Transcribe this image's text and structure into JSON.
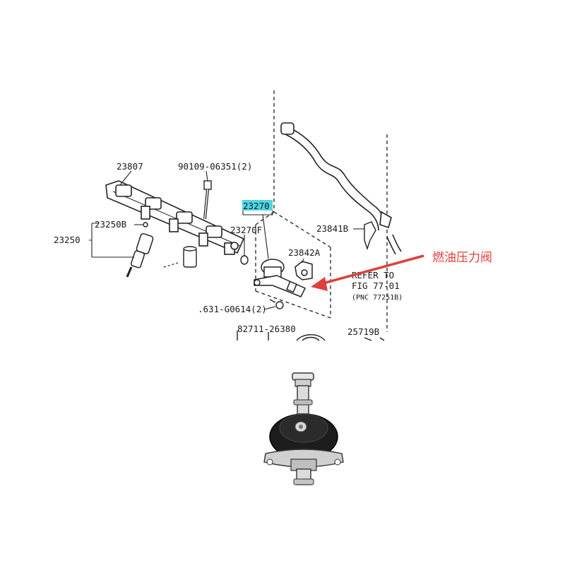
{
  "diagram": {
    "part_labels": {
      "p23807": "23807",
      "p90109": "90109-06351(2)",
      "p23270": "23270",
      "p23270f": "23270F",
      "p23250b": "23250B",
      "p23250": "23250",
      "p23841b": "23841B",
      "p23842a": "23842A",
      "p631": ".631-G0614(2)",
      "p82711": "82711-26380",
      "p25719b": "25719B"
    },
    "refer": {
      "line1": "REFER TO",
      "line2": "FIG 77-01",
      "line3": "(PNC 77251B)"
    },
    "callout_label": "燃油压力阀",
    "highlight_color": "#4fd6e6",
    "arrow_color": "#e0403a"
  }
}
